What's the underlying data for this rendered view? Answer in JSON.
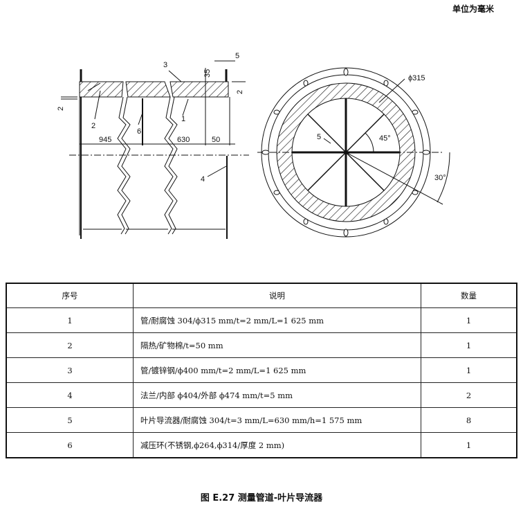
{
  "unit_note": "单位为毫米",
  "drawing": {
    "side_labels": {
      "part1": "1",
      "part2": "2",
      "part3": "3",
      "part4": "4",
      "part6": "6",
      "dim_945": "945",
      "dim_630": "630",
      "dim_50": "50",
      "dim_35": "35",
      "dim_5": "5",
      "dim_2_left": "2",
      "dim_2_right": "2"
    },
    "front_labels": {
      "phi315": "ϕ315",
      "part5": "5",
      "angle45": "45°",
      "angle30": "30°"
    }
  },
  "table": {
    "headers": [
      "序号",
      "说明",
      "数量"
    ],
    "rows": [
      {
        "no": "1",
        "desc": "管/耐腐蚀 304/ϕ315 mm/t=2 mm/L=1 625 mm",
        "qty": "1"
      },
      {
        "no": "2",
        "desc": "隔热/矿物棉/t=50 mm",
        "qty": "1"
      },
      {
        "no": "3",
        "desc": "管/镀锌钢/ϕ400 mm/t=2 mm/L=1 625 mm",
        "qty": "1"
      },
      {
        "no": "4",
        "desc": "法兰/内部 ϕ404/外部 ϕ474 mm/t=5 mm",
        "qty": "2"
      },
      {
        "no": "5",
        "desc": "叶片导流器/耐腐蚀 304/t=3 mm/L=630 mm/h=1 575 mm",
        "qty": "8"
      },
      {
        "no": "6",
        "desc": "减压环(不锈钢,ϕ264,ϕ314/厚度 2 mm)",
        "qty": "1"
      }
    ]
  },
  "caption": "图 E.27   测量管道-叶片导流器"
}
